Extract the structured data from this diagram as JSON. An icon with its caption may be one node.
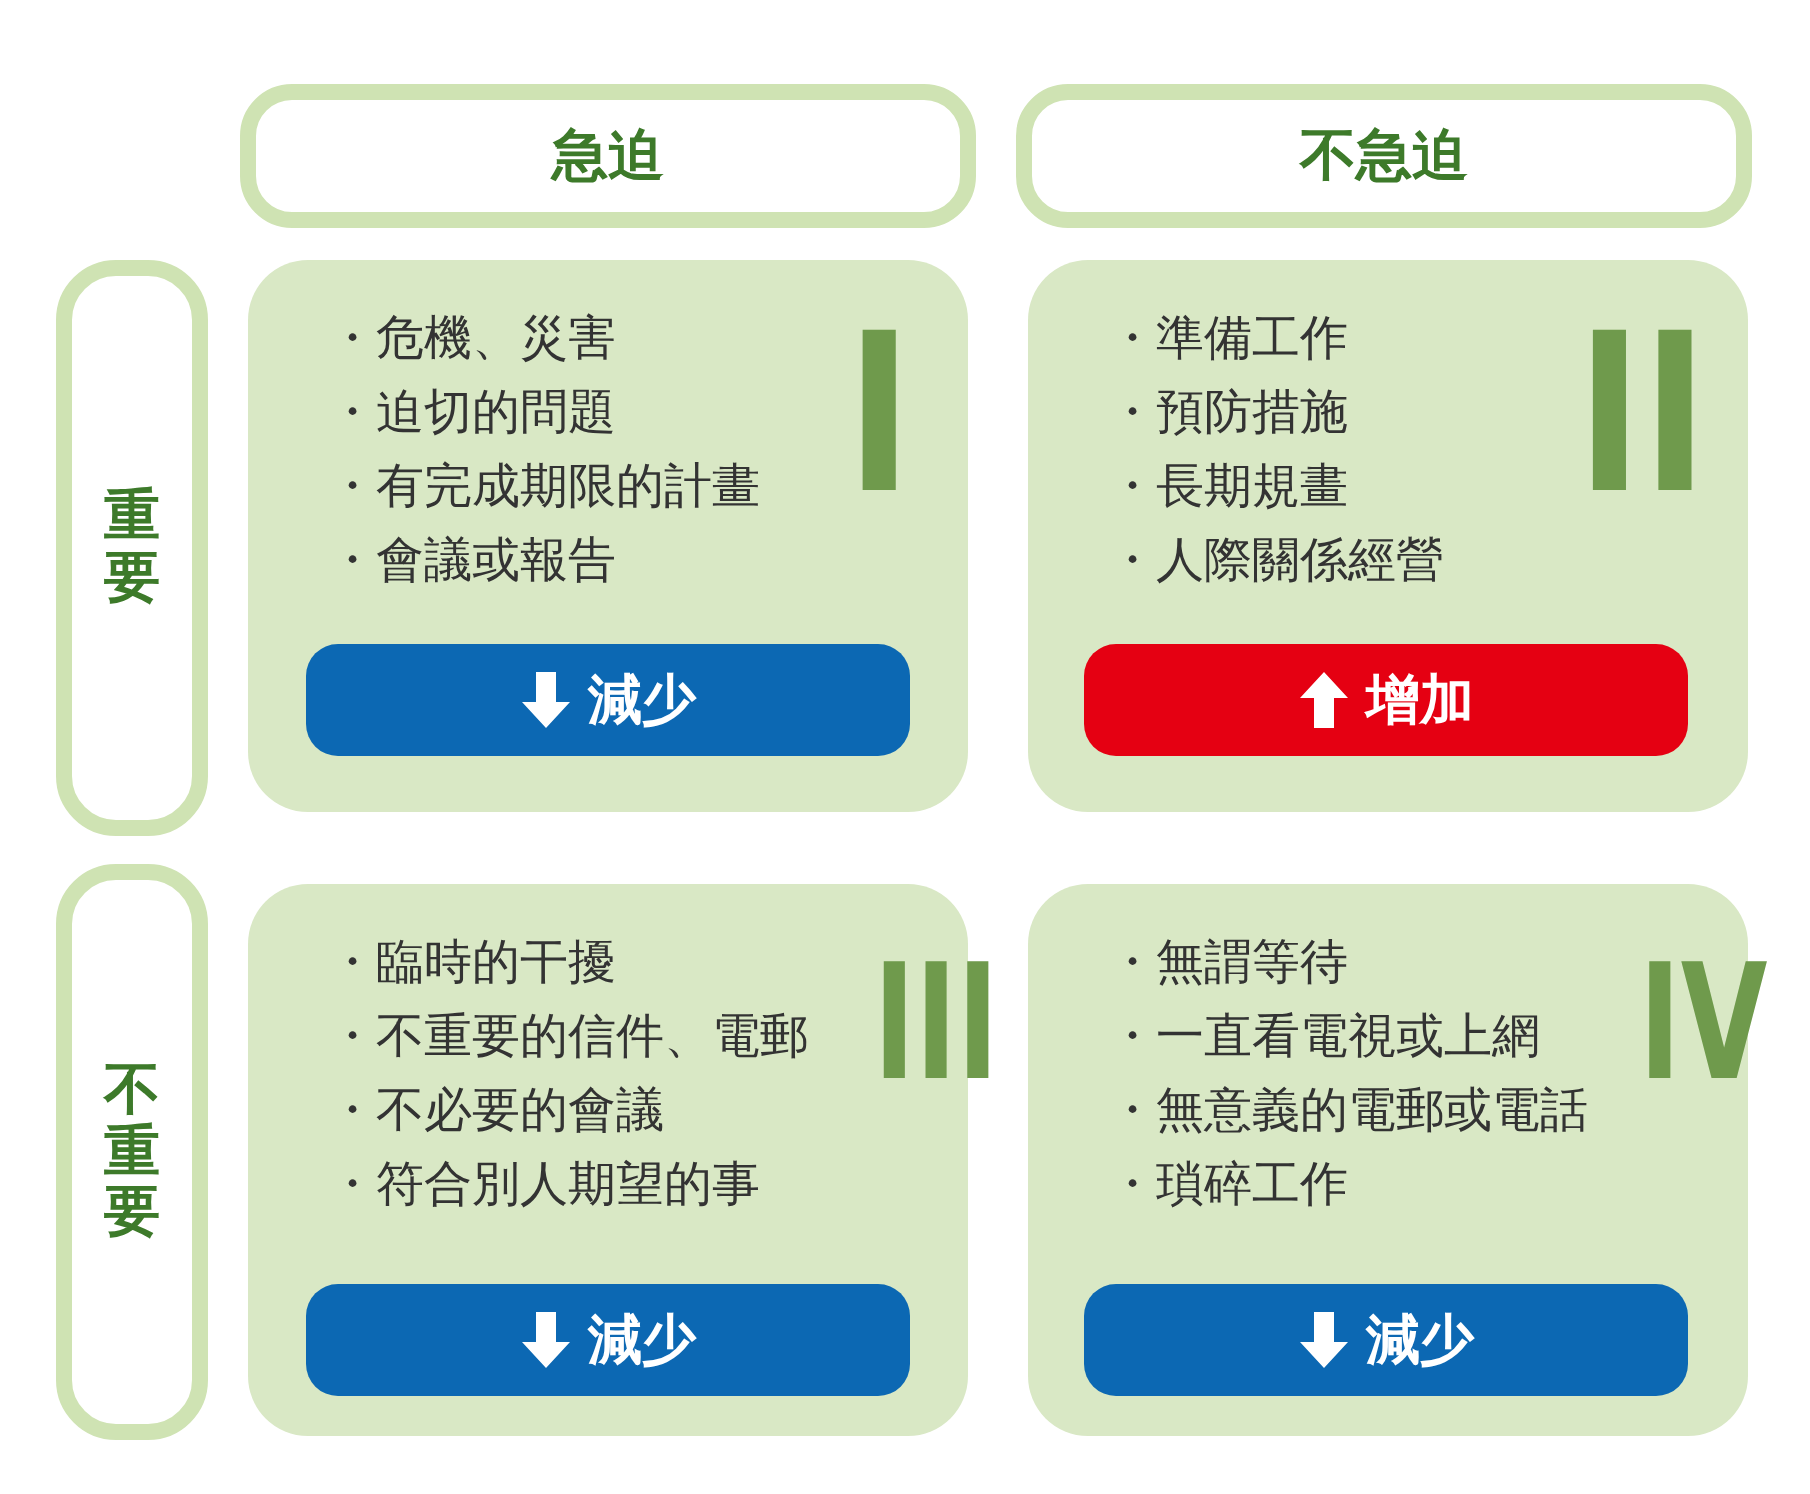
{
  "diagram": {
    "nodes": [
      {
        "text": [
          "急迫"
        ]
      },
      {
        "text": [
          "不急迫"
        ]
      },
      {
        "text": [
          "重要"
        ]
      },
      {
        "text": [
          "・危機、災害",
          "・迫切的問題",
          "・有完成期限的計畫",
          "・會議或報告",
          "I"
        ]
      },
      {
        "text": [
          "減少"
        ],
        "in": 3
      },
      {
        "text": [
          "・準備工作",
          "・預防措施",
          "・長期規畫",
          "・人際關係經營",
          "II"
        ]
      },
      {
        "text": [
          "增加"
        ],
        "in": 5
      },
      {
        "text": [
          "不重要"
        ]
      },
      {
        "text": [
          "・臨時的干擾",
          "・不重要的信件、電郵",
          "・不必要的會議",
          "・符合別人期望的事",
          "III"
        ]
      },
      {
        "text": [
          "減少"
        ],
        "in": 8
      },
      {
        "text": [
          "・無謂等待",
          "・一直看電視或上網",
          "・無意義的電郵或電話",
          "・瑣碎工作",
          "IV"
        ]
      },
      {
        "text": [
          "減少"
        ],
        "in": 10
      }
    ]
  }
}
